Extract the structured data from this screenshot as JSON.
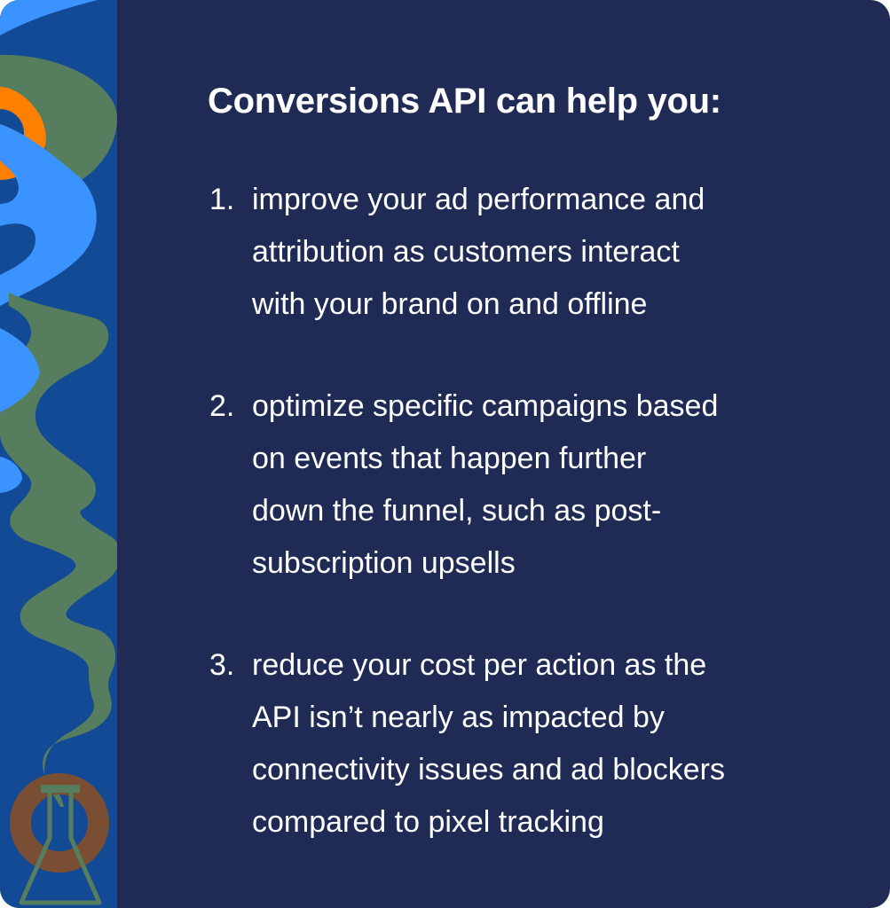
{
  "heading": "Conversions API can help you:",
  "items": [
    {
      "number": "1.",
      "lines": [
        "improve your ad performance and",
        "attribution as customers interact",
        "with your brand on and offline"
      ]
    },
    {
      "number": "2.",
      "lines": [
        "optimize specific campaigns based",
        "on events that happen further",
        "down the funnel, such as post-",
        "subscription upsells"
      ]
    },
    {
      "number": "3.",
      "lines": [
        "reduce your cost per action as the",
        "API isn’t nearly as impacted by",
        "connectivity issues and ad blockers",
        "compared to pixel tracking"
      ]
    }
  ],
  "illustration": {
    "subject": "lab-flask-with-smoke",
    "colors": {
      "panel_bg": "#1f2b54",
      "sidebar_bg": "#134a96",
      "light_blue": "#3a93ff",
      "green": "#577d5f",
      "orange": "#ff7f00",
      "brown": "#7a4e33"
    }
  }
}
